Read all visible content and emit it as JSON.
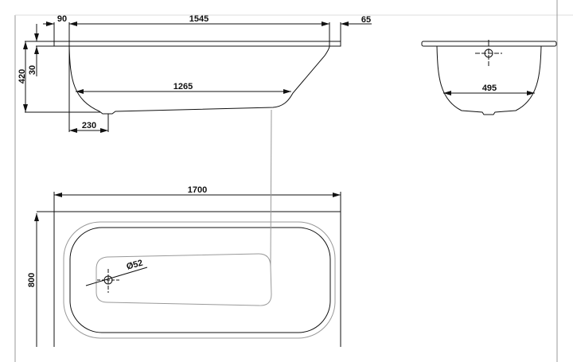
{
  "side_view": {
    "dim_rim_left": "90",
    "dim_inner_length": "1545",
    "dim_rim_right": "65",
    "dim_height": "420",
    "dim_rim_thickness": "30",
    "dim_bottom_length": "1265",
    "dim_drain_offset": "230"
  },
  "end_view": {
    "dim_bottom_width": "495"
  },
  "plan_view": {
    "dim_length": "1700",
    "dim_width": "800",
    "dim_drain_diameter": "Ø52"
  }
}
